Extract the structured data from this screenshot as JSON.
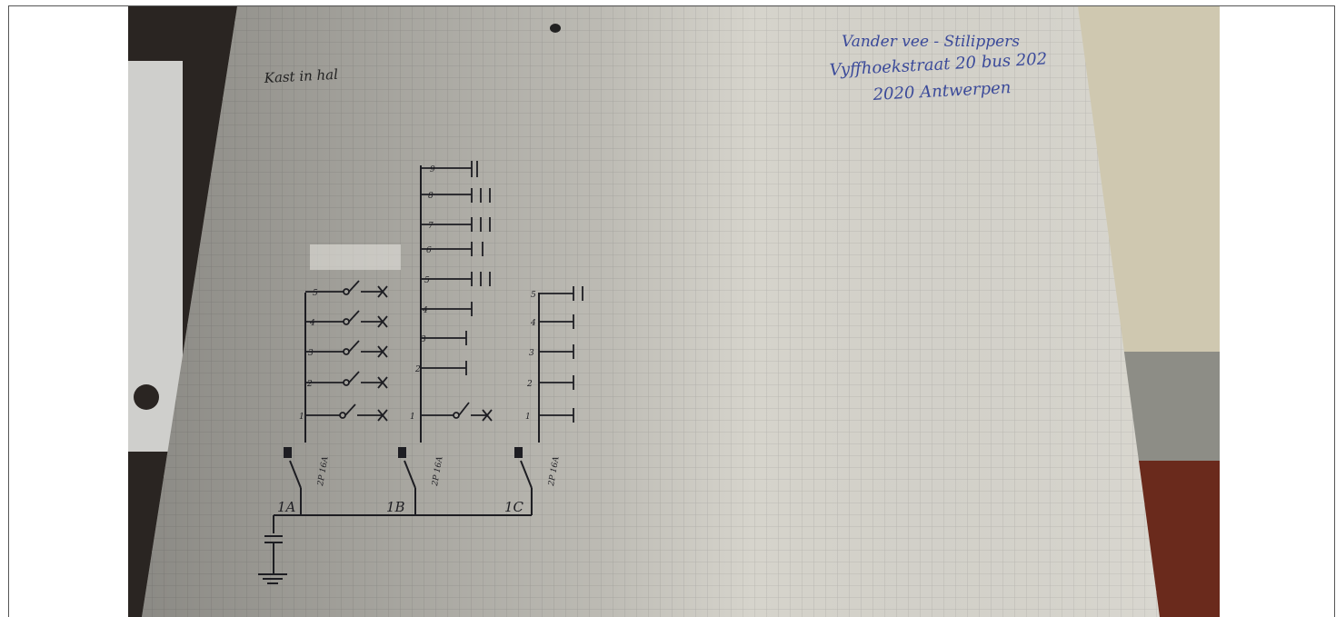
{
  "photo": {
    "alt": "Photo of hand-drawn single-line electrical diagram on grid paper",
    "colors": {
      "paper": "#d9d7d0",
      "grid": "#b9b8b3",
      "ink": "#1d1d22",
      "blue_ink": "#3b4a9a",
      "background_dark": "#262220",
      "wall": "#cfc7ae"
    },
    "notes": {
      "top_left": "Kast in hal",
      "address_line1": "Vander vee - Stilippers",
      "address_line2": "Vyffhoekstraat 20 bus 202",
      "address_line3": "2020 Antwerpen"
    },
    "groups": [
      {
        "label": "1A",
        "breaker": "2P 16A",
        "circuits": [
          "1",
          "2",
          "3",
          "4",
          "5"
        ]
      },
      {
        "label": "1B",
        "breaker": "2P 16A",
        "circuits": [
          "1",
          "2",
          "3",
          "4",
          "5",
          "6",
          "7",
          "8",
          "9"
        ]
      },
      {
        "label": "1C",
        "breaker": "2P 16A",
        "circuits": [
          "1",
          "2",
          "3",
          "4",
          "5"
        ]
      }
    ]
  }
}
